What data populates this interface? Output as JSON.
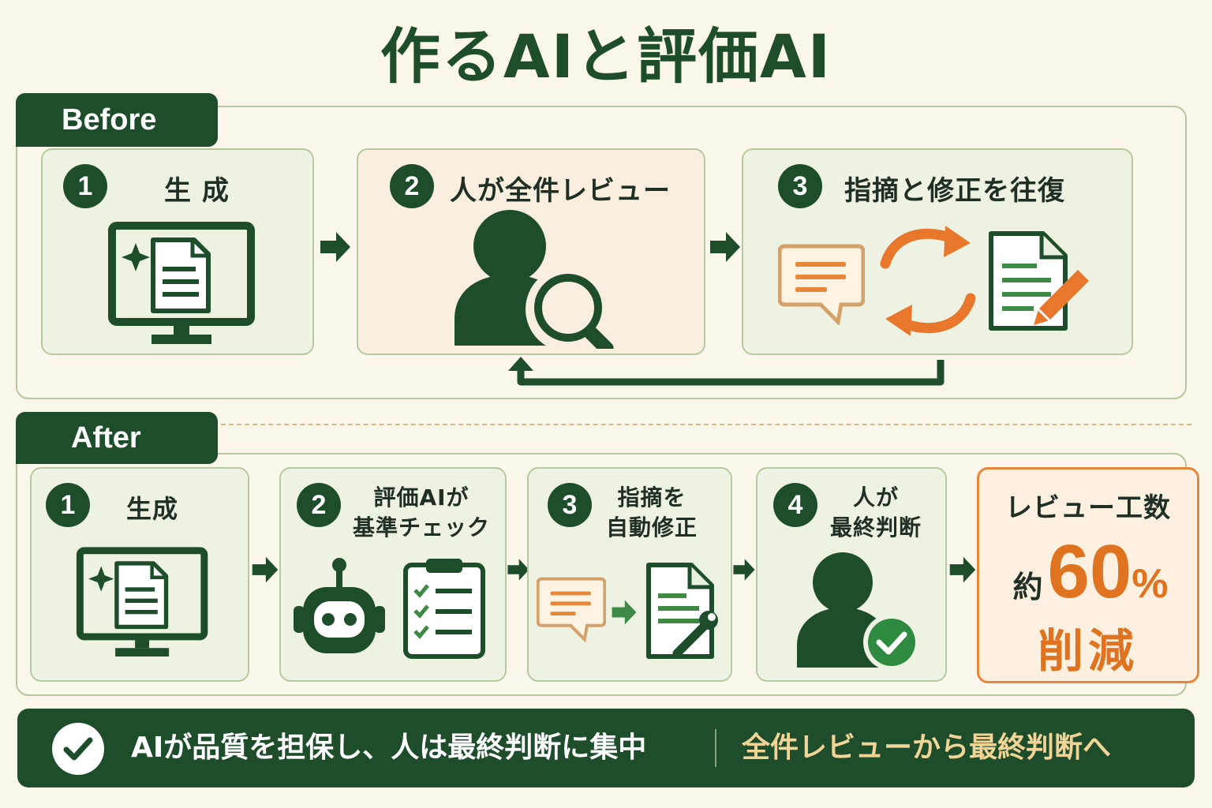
{
  "title": "作るAIと評価AI",
  "before": {
    "tab": "Before",
    "steps": [
      {
        "num": "1",
        "label": "生 成"
      },
      {
        "num": "2",
        "label": "人が全件レビュー"
      },
      {
        "num": "3",
        "label": "指摘と修正を往復"
      }
    ]
  },
  "after": {
    "tab": "After",
    "steps": [
      {
        "num": "1",
        "label": "生成"
      },
      {
        "num": "2",
        "line1": "評価AIが",
        "line2": "基準チェック"
      },
      {
        "num": "3",
        "line1": "指摘を",
        "line2": "自動修正"
      },
      {
        "num": "4",
        "line1": "人が",
        "line2": "最終判断"
      }
    ],
    "result": {
      "heading": "レビュー工数",
      "prefix": "約",
      "value": "60",
      "unit": "%",
      "suffix": "削減"
    }
  },
  "banner": {
    "text1": "AIが品質を担保し、人は最終判断に集中",
    "text2": "全件レビューから最終判断へ"
  },
  "colors": {
    "green": "#1e4d2b",
    "orange": "#e8873a",
    "cream": "#fbf6ea"
  }
}
